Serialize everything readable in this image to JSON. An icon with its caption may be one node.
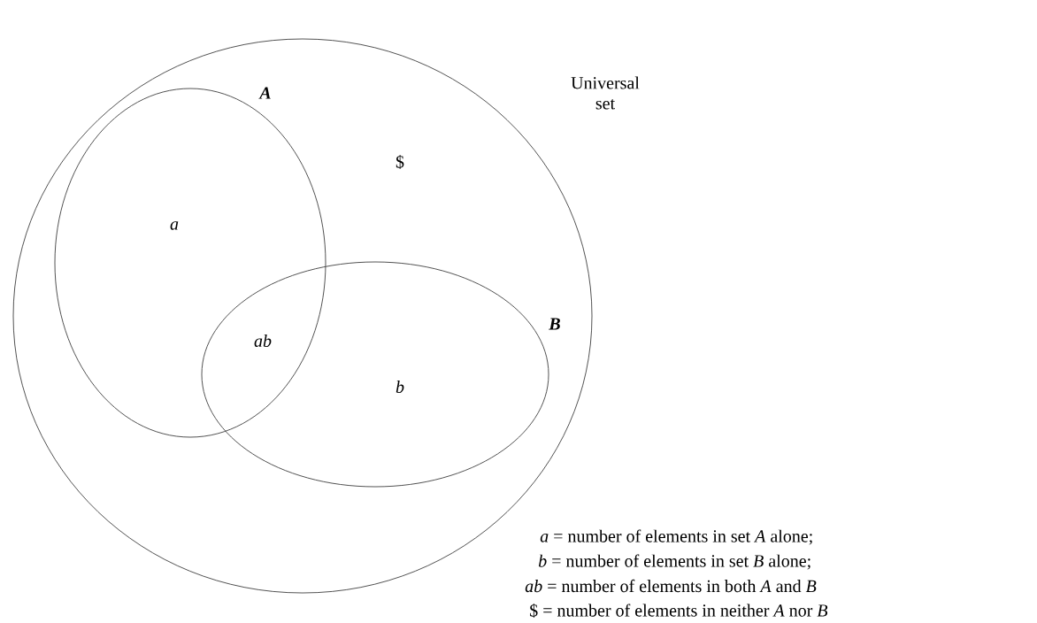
{
  "diagram": {
    "nodes": [
      {
        "text": [
          "Universal set",
          "$"
        ]
      },
      {
        "text": [
          "A",
          "a"
        ],
        "in": 0
      },
      {
        "text": [
          "B",
          "b"
        ],
        "in": 0
      }
    ],
    "labels": [
      "ab",
      "*a* = number of elements in set *A* alone;",
      "*b* = number of elements in set *B* alone;",
      "*ab* = number of elements in both *A* and *B*",
      "$ = number of elements in neither *A* nor *B*"
    ]
  }
}
